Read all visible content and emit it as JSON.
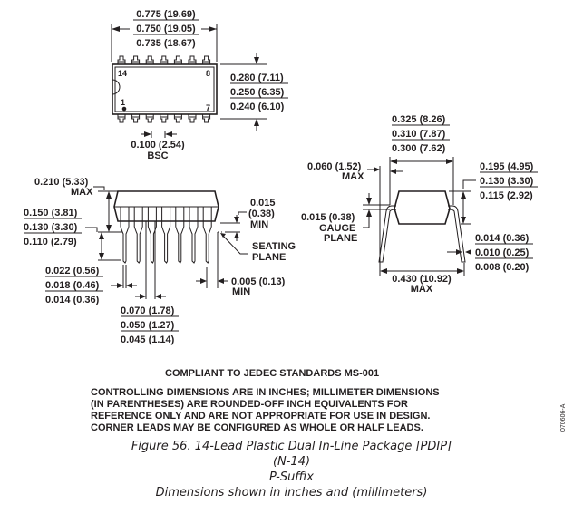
{
  "top_view": {
    "length": [
      "0.775 (19.69)",
      "0.750 (19.05)",
      "0.735 (18.67)"
    ],
    "width": [
      "0.280 (7.11)",
      "0.250 (6.35)",
      "0.240 (6.10)"
    ],
    "pitch": [
      "0.100 (2.54)",
      "BSC"
    ],
    "pin_labels": {
      "pin14": "14",
      "pin8": "8",
      "pin1": "1",
      "pin7": "7"
    }
  },
  "side_view": {
    "height_max": [
      "0.210 (5.33)",
      "MAX"
    ],
    "lead_length": [
      "0.150 (3.81)",
      "0.130 (3.30)",
      "0.110 (2.79)"
    ],
    "standoff": [
      "0.015",
      "(0.38)",
      "MIN"
    ],
    "seating_plane": [
      "SEATING",
      "PLANE"
    ],
    "lead_width": [
      "0.022 (0.56)",
      "0.018 (0.46)",
      "0.014 (0.36)"
    ],
    "shoulder_width": [
      "0.070 (1.78)",
      "0.050 (1.27)",
      "0.045 (1.14)"
    ],
    "end_clearance": [
      "0.005 (0.13)",
      "MIN"
    ]
  },
  "end_view": {
    "row_spacing": [
      "0.325 (8.26)",
      "0.310 (7.87)",
      "0.300 (7.62)"
    ],
    "lead_offset": [
      "0.060 (1.52)",
      "MAX"
    ],
    "body_height": [
      "0.195 (4.95)",
      "0.130 (3.30)",
      "0.115 (2.92)"
    ],
    "gauge_plane": [
      "0.015 (0.38)",
      "GAUGE",
      "PLANE"
    ],
    "lead_thickness": [
      "0.014 (0.36)",
      "0.010 (0.25)",
      "0.008 (0.20)"
    ],
    "overall_width": [
      "0.430 (10.92)",
      "MAX"
    ]
  },
  "notes": {
    "compliance": "COMPLIANT TO JEDEC STANDARDS MS-001",
    "lines": [
      "CONTROLLING DIMENSIONS ARE IN INCHES; MILLIMETER DIMENSIONS",
      "(IN PARENTHESES) ARE ROUNDED-OFF INCH EQUIVALENTS FOR",
      "REFERENCE ONLY AND ARE NOT APPROPRIATE FOR USE IN DESIGN.",
      "CORNER LEADS MAY BE CONFIGURED AS WHOLE OR HALF LEADS."
    ]
  },
  "caption": {
    "line1": "Figure 56. 14-Lead Plastic Dual In-Line Package [PDIP]",
    "line2": "(N-14)",
    "line3": "P-Suffix",
    "line4": "Dimensions shown in inches and (millimeters)"
  },
  "drawing_code": "070606-A",
  "pin_count_per_side": 7
}
